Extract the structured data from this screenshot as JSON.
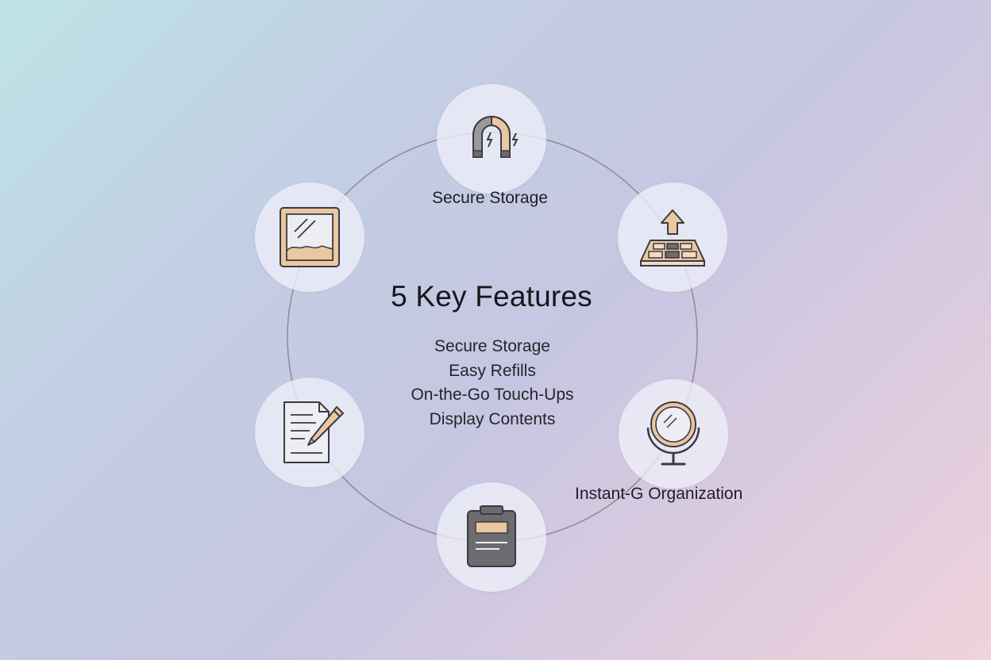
{
  "diagram": {
    "title": "5 Key Features",
    "feature_list": [
      "Secure Storage",
      "Easy Refills",
      "On-the-Go Touch-Ups",
      "Display Contents"
    ],
    "node_labels": {
      "top": "Secure Storage",
      "right_bottom": "Instant-G  Organization"
    },
    "nodes": [
      {
        "position": "top",
        "icon": "magnet-icon"
      },
      {
        "position": "upper-right",
        "icon": "palette-upload-icon"
      },
      {
        "position": "lower-right",
        "icon": "mirror-icon"
      },
      {
        "position": "bottom",
        "icon": "clipboard-icon"
      },
      {
        "position": "lower-left",
        "icon": "document-pencil-icon"
      },
      {
        "position": "upper-left",
        "icon": "mirror-frame-icon"
      }
    ],
    "colors": {
      "ring": "#8e8e96",
      "icon_stroke": "#3a3a40",
      "accent_tan": "#e9c7a0",
      "accent_gray": "#9a9a9e",
      "dark_gray": "#6b6b70"
    }
  }
}
